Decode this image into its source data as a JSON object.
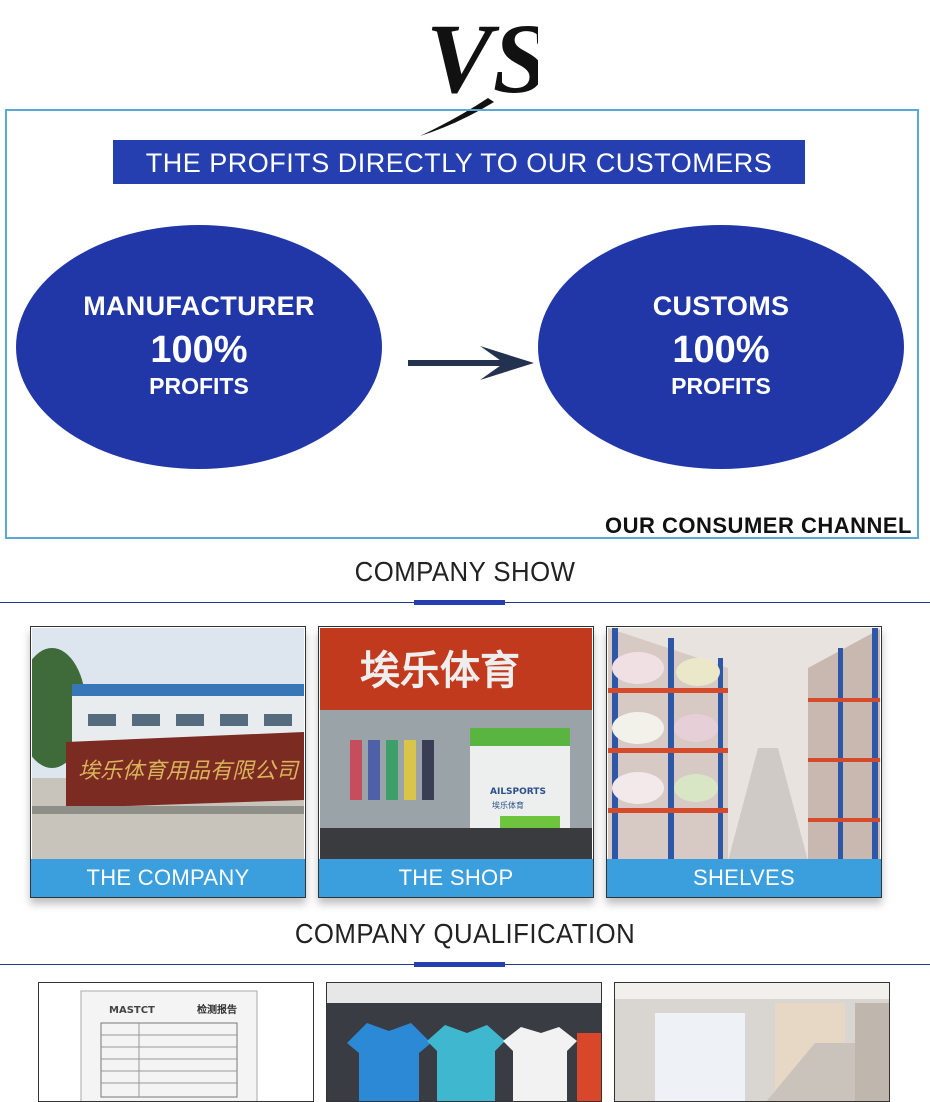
{
  "logo": {
    "text": "VS"
  },
  "banner": {
    "text": "THE PROFITS DIRECTLY TO OUR CUSTOMERS"
  },
  "left_ellipse": {
    "line1": "MANUFACTURER",
    "line2": "100%",
    "line3": "PROFITS"
  },
  "right_ellipse": {
    "line1": "CUSTOMS",
    "line2": "100%",
    "line3": "PROFITS"
  },
  "channel": {
    "text": "OUR CONSUMER CHANNEL"
  },
  "company_show": {
    "title": "COMPANY SHOW",
    "cards": [
      {
        "caption": "THE COMPANY",
        "sign_text": "埃乐体育用品有限公司"
      },
      {
        "caption": "THE SHOP",
        "sign_text": "埃乐体育",
        "wall_brand": "AILSPORTS",
        "wall_sub": "埃乐体育"
      },
      {
        "caption": "SHELVES"
      }
    ]
  },
  "company_qualification": {
    "title": "COMPANY QUALIFICATION",
    "cards": [
      {
        "doc_logo": "MASTCT",
        "doc_title": "检测报告"
      },
      {},
      {}
    ]
  },
  "colors": {
    "banner": "#253fb0",
    "ellipse": "#2137a8",
    "caption": "#3a9fdc",
    "frame": "#5aa8d6"
  }
}
